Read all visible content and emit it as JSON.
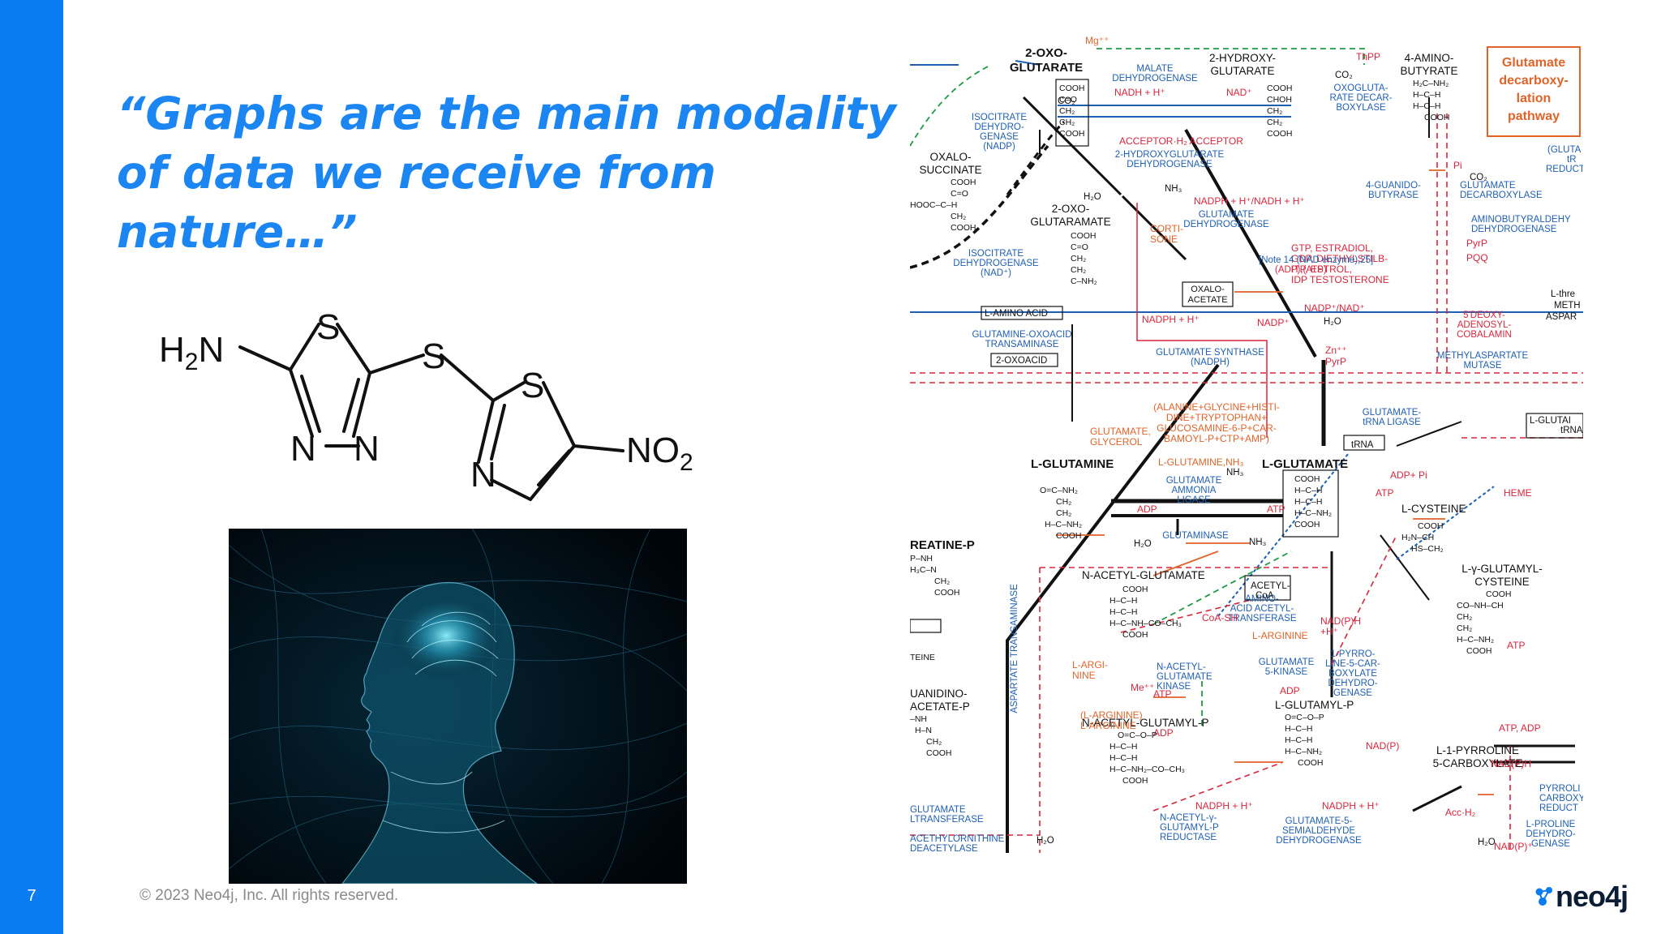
{
  "slide": {
    "page_number": "7",
    "quote_lines": [
      "“Graphs are the main modality",
      "of data we receive from",
      "nature…”"
    ],
    "footer": "© 2023 Neo4j, Inc. All rights reserved.",
    "logo_text": "neo4j",
    "accent_color": "#0a7bf0",
    "quote_color": "#1b86f2"
  },
  "molecule": {
    "h2n": "H",
    "h2n_sub": "2",
    "h2n_end": "N",
    "s1": "S",
    "s_bridge": "S",
    "s2": "S",
    "n1": "N",
    "n2": "N",
    "n3": "N",
    "no2": "NO",
    "no2_sub": "2"
  },
  "photo": {
    "icon": "head-neural-network"
  },
  "pathway": {
    "box_title": [
      "Glutamate",
      "decarboxy-",
      "lation",
      "pathway"
    ],
    "nodes": {
      "oxoglutarate": [
        "2-OXO-",
        "GLUTARATE"
      ],
      "hydroxyglutarate": [
        "2-HYDROXY-",
        "GLUTARATE"
      ],
      "aminobutyrate": [
        "4-AMINO-",
        "BUTYRATE"
      ],
      "oxalosuccinate": [
        "OXALO-",
        "SUCCINATE"
      ],
      "oxoglutaramate": [
        "2-OXO-",
        "GLUTARAMATE"
      ],
      "oxaloacetate": [
        "OXALO-",
        "ACETATE"
      ],
      "l_glutamine": "L-GLUTAMINE",
      "l_glutamate": "L-GLUTAMATE",
      "l_cysteine": "L-CYSTEINE",
      "n_acetyl_glutamate": "N-ACETYL-GLUTAMATE",
      "n_acetyl_glutamyl_p": "N-ACETYL-GLUTAMYL-P",
      "l_glutamyl_p": "L-GLUTAMYL-P",
      "pyrroline": [
        "L-1-PYRROLINE",
        "5-CARBOXYLATE"
      ],
      "glutamyl_cysteine": [
        "L-γ-GLUTAMYL-",
        "CYSTEINE"
      ],
      "creatine_p": "REATINE-P",
      "guanidinoacetate": [
        "UANIDINO-",
        "ACETATE-P"
      ]
    },
    "enzymes": {
      "malate_dh": [
        "MALATE",
        "DEHYDROGENASE"
      ],
      "isocitrate_dh": [
        "ISOCITRATE",
        "DEHYDRO-",
        "GENASE",
        "(NADP)"
      ],
      "isocitrate_dh2": [
        "ISOCITRATE",
        "DEHYDROGENASE",
        "(NAD⁺)"
      ],
      "hydroxyglutarate_dh": [
        "2-HYDROXYGLUTARATE",
        "DEHYDROGENASE"
      ],
      "glutamate_dh": [
        "GLUTAMATE",
        "DEHYDROGENASE"
      ],
      "oxoglutarate_decarb": [
        "OXOGLUTA-",
        "RATE DECAR-",
        "BOXYLASE"
      ],
      "glutamate_decarb": [
        "GLUTAMATE",
        "DECARBOXYLASE"
      ],
      "aminobutyraldehyde_dh": [
        "AMINOBUTYRALDEHY",
        "DEHYDROGENASE"
      ],
      "glutamine_oxoacid": [
        "GLUTAMINE-OXOACID",
        "TRANSAMINASE"
      ],
      "glutamate_synthase": [
        "GLUTAMATE SYNTHASE",
        "(NADPH)"
      ],
      "glutamate_ammonia_ligase": [
        "GLUTAMATE",
        "AMMONIA",
        "LIGASE"
      ],
      "glutaminase": "GLUTAMINASE",
      "glutamate_trna_ligase": [
        "GLUTAMATE-",
        "tRNA LIGASE"
      ],
      "amino_acid_acetyltransferase": [
        "AMINO-",
        "ACID  ACETYL-",
        "TRANSFERASE"
      ],
      "glutamate_5_kinase": [
        "GLUTAMATE",
        "5-KINASE"
      ],
      "pyrroline_dh": [
        "1-PYRRO-",
        "LINE-5-CAR-",
        "BOXYLATE",
        "DEHYDRO-",
        "GENASE"
      ],
      "n_acetyl_glutamate_kinase": [
        "N-ACETYL-",
        "GLUTAMATE",
        "KINASE"
      ],
      "semialdehyde_dh": [
        "GLUTAMATE-5-",
        "SEMIALDEHYDE",
        "DEHYDROGENASE"
      ],
      "n_acetyl_reductase": [
        "N-ACETYL-γ-",
        "GLUTAMYL-P",
        "REDUCTASE"
      ],
      "methylaspartate_mutase": [
        "METHYLASPARTATE",
        "MUTASE"
      ],
      "aspartate_transaminase": "ASPARTATE TRANSAMINASE",
      "acetylornithine_deacetylase": [
        "ACETHYLORNITHINE",
        "DEACETYLASE"
      ],
      "glutamate_transferase": [
        "GLUTAMATE",
        "LTRANSFERASE"
      ],
      "guanido_butyrase": [
        "4-GUANIDO-",
        "BUTYRASE"
      ],
      "deoxyadenosyl": [
        "5'DEOXY-",
        "ADENOSYL-",
        "COBALAMIN"
      ]
    },
    "cofactors": {
      "nadh_h": "NADH + H⁺",
      "nad": "NAD⁺",
      "acceptor": "ACCEPTOR·H₂  ACCEPTOR",
      "nadph_nadh": "NADPH + H⁺/NADH + H⁺",
      "note14": "[Note 14 (NAD enzyme),25]",
      "adp_atp": "(ADP),(ATP)",
      "gtp_line1": "GTP, ESTRADIOL,",
      "gtp_line2": "GDP, DIETHYLSTILB-",
      "gtp_line3": "ITP,  ESTROL,",
      "gtp_line4": "IDP   TESTOSTERONE",
      "nadp_nad": "NADP⁺/NAD⁺",
      "nadph_h": "NADPH + H⁺",
      "nadp": "NADP⁺",
      "alanine_line1": "(ALANINE+GLYCINE+HISTI-",
      "alanine_line2": "DINE+TRYPTOPHAN+",
      "alanine_line3": "GLUCOSAMINE-6-P+CAR-",
      "alanine_line4": "BAMOYL-P+CTP+AMP)",
      "glutamate_glycerol": [
        "GLUTAMATE,",
        "GLYCEROL"
      ],
      "l_glutamine_nh3": "L-GLUTAMINE,NH₃",
      "cortisone": [
        "CORTI-",
        "SONE"
      ],
      "mg": "Mg⁺⁺",
      "thpp": "ThPP",
      "pi": "Pi",
      "co2": "CO₂",
      "pyrp": "PyrP",
      "pqq": "PQQ",
      "zn": "Zn⁺⁺",
      "atp": "ATP",
      "adp": "ADP",
      "adp_pi": "ADP+ Pi",
      "coa_sh": "CoA-SH",
      "l_arginine": "L-ARGININE",
      "l_arginine_pair": [
        "(L-ARGININE)",
        "L-ARGININE"
      ],
      "me": "Me⁺⁺",
      "nadp_h": "NAD(P)H",
      "nadp_h_plus": "+H⁺",
      "nad_p": "NAD(P)",
      "heme": "HEME",
      "trna": "tRNA",
      "h2o": "H₂O",
      "nh3": "NH₃",
      "acetyl_coa": [
        "ACETYL-",
        "CoA"
      ],
      "l_amino_acid": "L-AMINO ACID",
      "oxoacid": "2-OXOACID",
      "atp_adp": "ATP, ADP",
      "l_proline_dh": [
        "L-PROLINE",
        "DEHYDRO-",
        "GENASE"
      ],
      "pyrroline_reduc": [
        "PYRROLI",
        "CARBOXY",
        "REDUCT"
      ],
      "acc_h2": "Acc·H₂",
      "nadp_plus": "NAD(P)⁺",
      "l_glutai": [
        "L-GLUTAI",
        "tRNA"
      ],
      "l_threo": [
        "L-thre",
        "METH",
        "ASPAR"
      ],
      "gluta_right": [
        "(GLUTA",
        "tR",
        "REDUCT"
      ],
      "l_arginine_side": [
        "L-ARGI-",
        "NINE"
      ]
    },
    "colors": {
      "black": "#111111",
      "blue": "#1f5fb0",
      "red": "#d7263d",
      "orange": "#e0642a",
      "green": "#1f9a45",
      "box_orange": "#e0642a"
    }
  }
}
